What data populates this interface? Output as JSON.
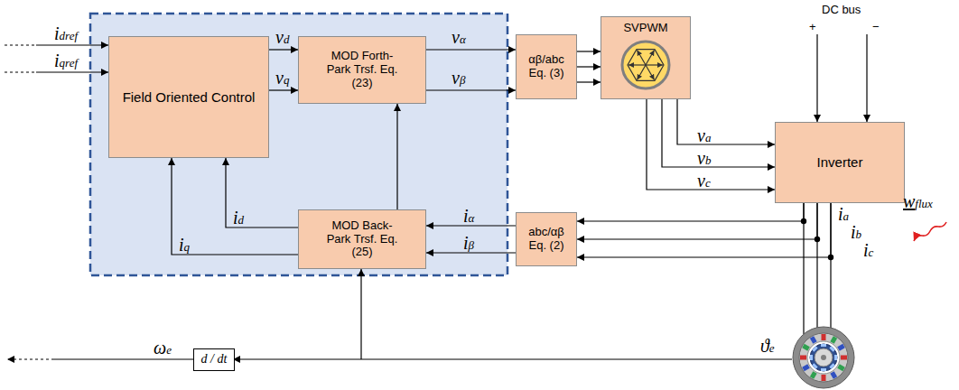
{
  "diagram": {
    "nodes": [
      {
        "text": [
          "Field Oriented Control"
        ]
      },
      {
        "text": [
          "MOD Forth-Park Trsf. Eq. (23)"
        ]
      },
      {
        "text": [
          "αβ/abc Eq. (3)"
        ]
      },
      {
        "text": [
          "SVPWM"
        ]
      },
      {
        "text": [
          "Inverter"
        ]
      },
      {
        "text": [
          "abc/αβ Eq. (2)"
        ]
      },
      {
        "text": [
          "MOD Back-Park Trsf. Eq. (25)"
        ]
      },
      {
        "text": [
          "d / dt"
        ]
      }
    ],
    "edges": [
      {
        "from": 0,
        "to": 1,
        "arrow": "to",
        "label": "vd"
      },
      {
        "from": 0,
        "to": 1,
        "arrow": "to",
        "label": "vq"
      },
      {
        "from": 1,
        "to": 2,
        "arrow": "to",
        "label": "vα"
      },
      {
        "from": 1,
        "to": 2,
        "arrow": "to",
        "label": "vβ"
      },
      {
        "from": 2,
        "to": 3,
        "arrow": "to"
      },
      {
        "from": 2,
        "to": 3,
        "arrow": "to"
      },
      {
        "from": 2,
        "to": 3,
        "arrow": "to"
      },
      {
        "from": 3,
        "to": 4,
        "arrow": "to",
        "label": "va"
      },
      {
        "from": 3,
        "to": 4,
        "arrow": "to",
        "label": "vb"
      },
      {
        "from": 3,
        "to": 4,
        "arrow": "to",
        "label": "vc"
      },
      {
        "from": 4,
        "to": 5,
        "arrow": "to",
        "label": "ia"
      },
      {
        "from": 4,
        "to": 5,
        "arrow": "to",
        "label": "ib"
      },
      {
        "from": 4,
        "to": 5,
        "arrow": "to",
        "label": "ic"
      },
      {
        "from": 5,
        "to": 6,
        "arrow": "to",
        "label": "iα"
      },
      {
        "from": 5,
        "to": 6,
        "arrow": "to",
        "label": "iβ"
      },
      {
        "from": 6,
        "to": 0,
        "arrow": "to",
        "label": "id"
      },
      {
        "from": 6,
        "to": 0,
        "arrow": "to",
        "label": "iq"
      },
      {
        "from": 6,
        "to": 1,
        "arrow": "to"
      }
    ],
    "labels": [
      "idref",
      "iqref",
      "DC bus",
      "+",
      "−",
      "ωe",
      "ϑe",
      "wflux"
    ]
  }
}
